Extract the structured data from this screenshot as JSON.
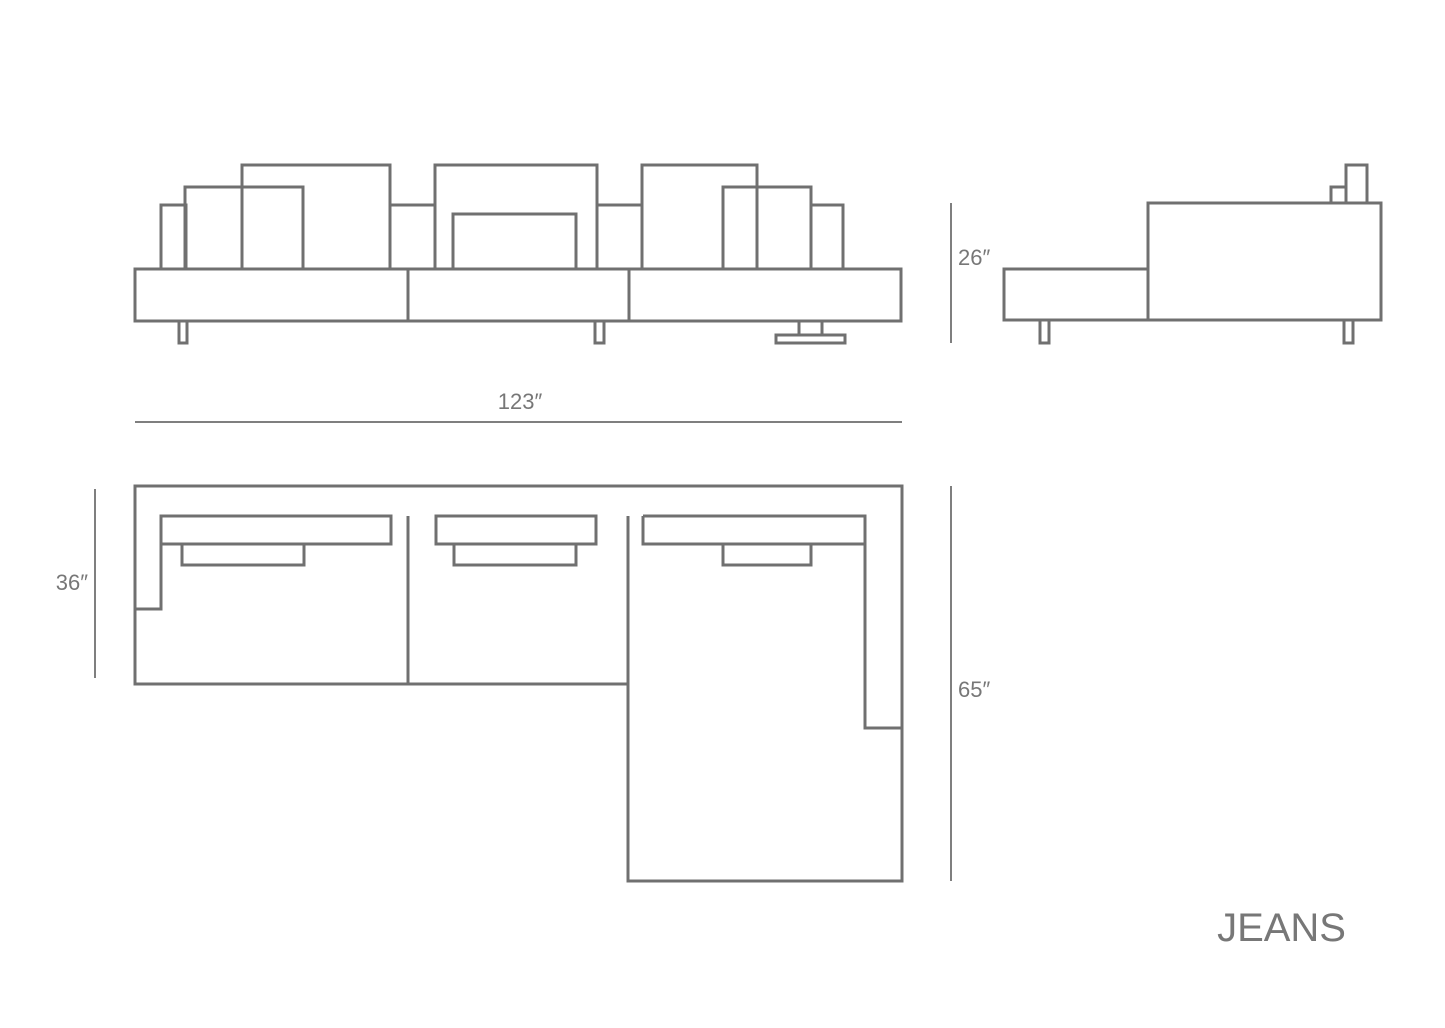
{
  "dimensions": {
    "width": "123″",
    "height": "26″",
    "depth": "36″",
    "chaise_depth": "65″"
  },
  "brand": {
    "name": "JEANS"
  },
  "colors": {
    "line": "#707070",
    "dim_line": "#555555",
    "text": "#777777"
  }
}
